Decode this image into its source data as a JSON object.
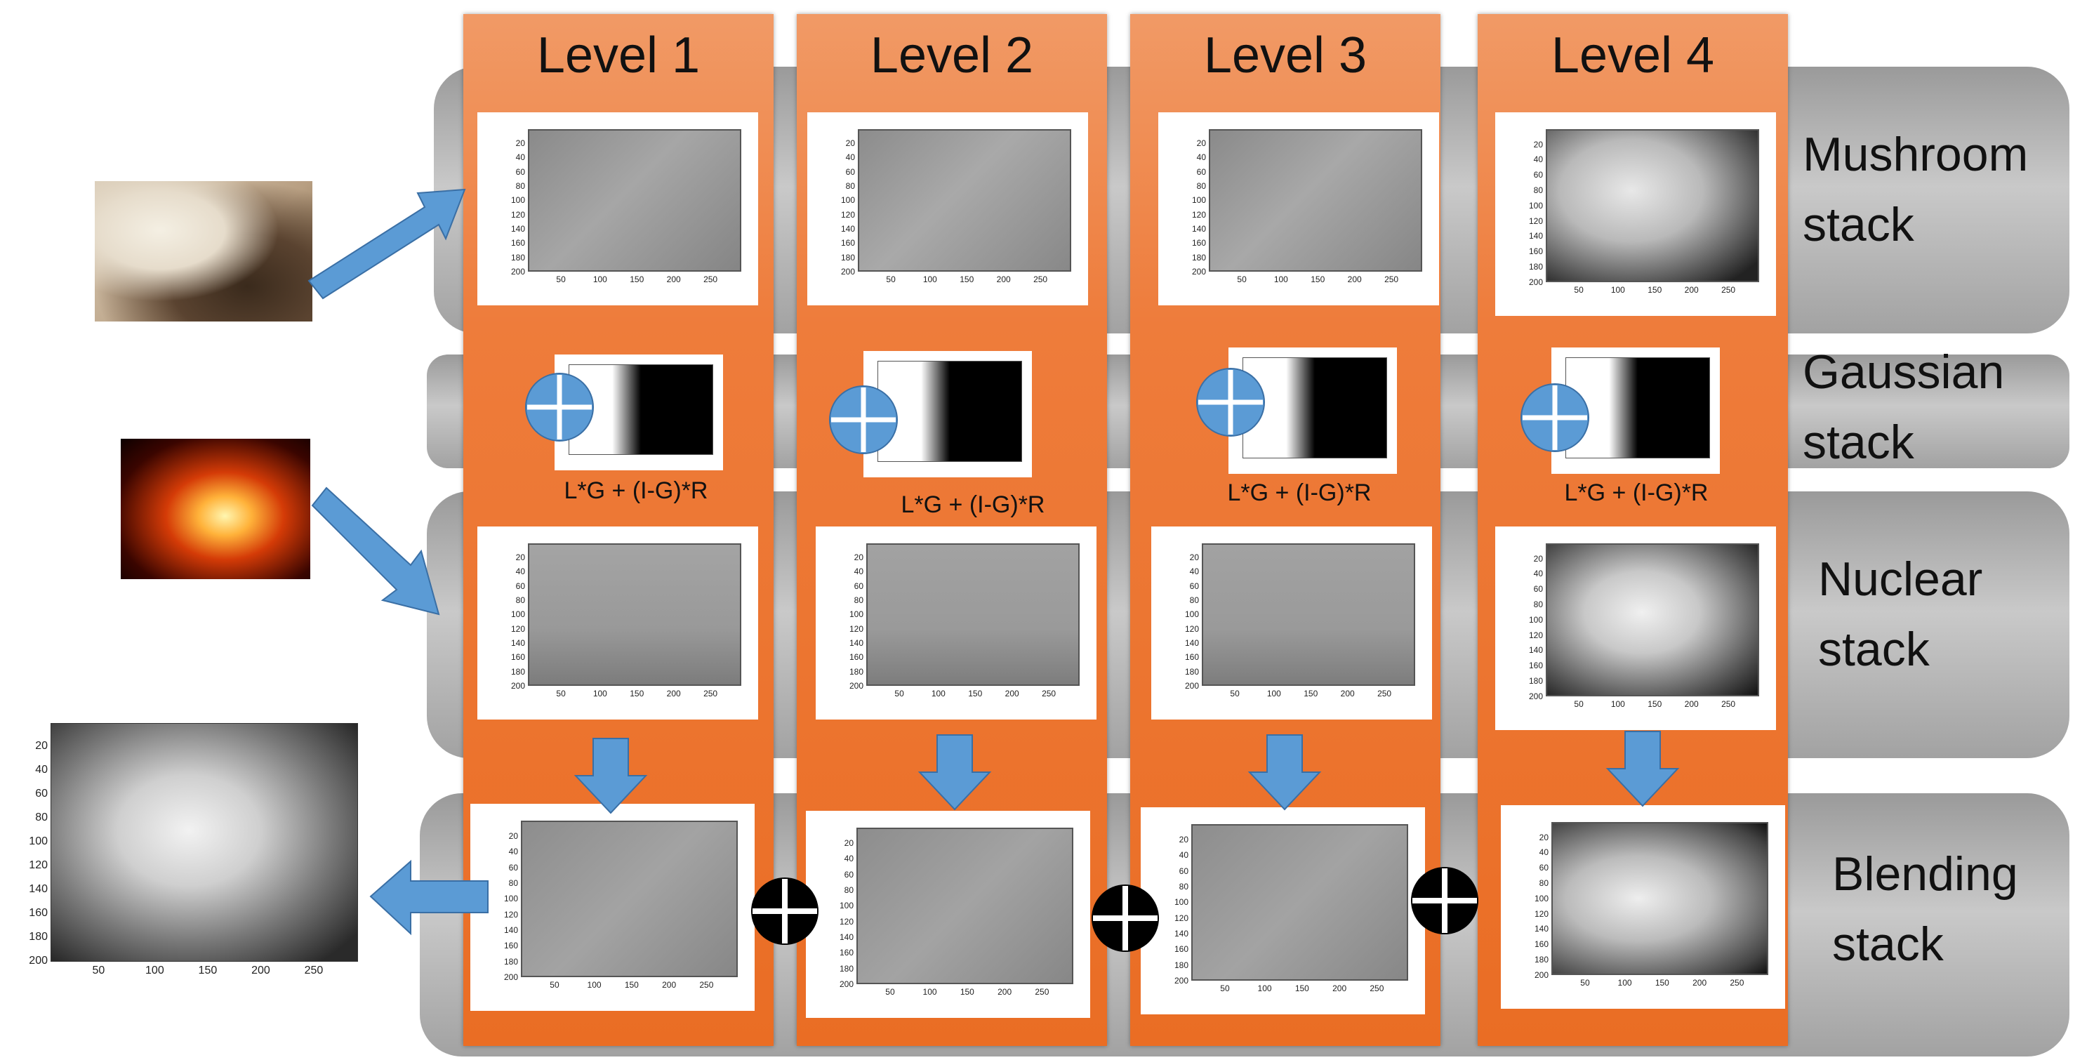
{
  "levels": [
    {
      "title": "Level 1",
      "formula": "L*G + (I-G)*R"
    },
    {
      "title": "Level 2",
      "formula": "L*G + (I-G)*R"
    },
    {
      "title": "Level 3",
      "formula": "L*G + (I-G)*R"
    },
    {
      "title": "Level 4",
      "formula": "L*G + (I-G)*R"
    }
  ],
  "rows": {
    "mushroom": {
      "line1": "Mushroom",
      "line2": "stack"
    },
    "gaussian": {
      "line1": "Gaussian",
      "line2": "stack"
    },
    "nuclear": {
      "line1": "Nuclear",
      "line2": "stack"
    },
    "blending": {
      "line1": "Blending",
      "line2": "stack"
    }
  },
  "plot_axes": {
    "y_ticks": [
      "20",
      "40",
      "60",
      "80",
      "100",
      "120",
      "140",
      "160",
      "180",
      "200"
    ],
    "x_ticks": [
      "50",
      "100",
      "150",
      "200",
      "250"
    ]
  },
  "colors": {
    "arrow": "#5b9bd5",
    "column": "#ee7c3b",
    "band": "#b0b0b0"
  }
}
